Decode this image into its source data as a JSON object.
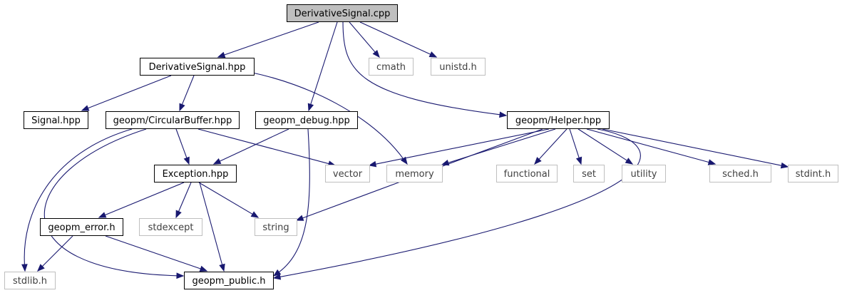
{
  "graph": {
    "colors": {
      "edge": "#191970",
      "root_fill": "#bfbfbf",
      "local_border": "#000000",
      "system_border": "#bfbfbf",
      "system_text": "#404040",
      "local_text": "#000000"
    },
    "nodes": [
      {
        "id": "derivativesignal-cpp",
        "label": "DerivativeSignal.cpp",
        "kind": "root"
      },
      {
        "id": "derivativesignal-hpp",
        "label": "DerivativeSignal.hpp",
        "kind": "local"
      },
      {
        "id": "cmath",
        "label": "cmath",
        "kind": "system"
      },
      {
        "id": "unistd-h",
        "label": "unistd.h",
        "kind": "system"
      },
      {
        "id": "signal-hpp",
        "label": "Signal.hpp",
        "kind": "local"
      },
      {
        "id": "circularbuffer-hpp",
        "label": "geopm/CircularBuffer.hpp",
        "kind": "local"
      },
      {
        "id": "geopm-debug-hpp",
        "label": "geopm_debug.hpp",
        "kind": "local"
      },
      {
        "id": "helper-hpp",
        "label": "geopm/Helper.hpp",
        "kind": "local"
      },
      {
        "id": "exception-hpp",
        "label": "Exception.hpp",
        "kind": "local"
      },
      {
        "id": "vector",
        "label": "vector",
        "kind": "system"
      },
      {
        "id": "memory",
        "label": "memory",
        "kind": "system"
      },
      {
        "id": "functional",
        "label": "functional",
        "kind": "system"
      },
      {
        "id": "set",
        "label": "set",
        "kind": "system"
      },
      {
        "id": "utility",
        "label": "utility",
        "kind": "system"
      },
      {
        "id": "sched-h",
        "label": "sched.h",
        "kind": "system"
      },
      {
        "id": "stdint-h",
        "label": "stdint.h",
        "kind": "system"
      },
      {
        "id": "geopm-error-h",
        "label": "geopm_error.h",
        "kind": "local"
      },
      {
        "id": "stdexcept",
        "label": "stdexcept",
        "kind": "system"
      },
      {
        "id": "string",
        "label": "string",
        "kind": "system"
      },
      {
        "id": "stdlib-h",
        "label": "stdlib.h",
        "kind": "system"
      },
      {
        "id": "geopm-public-h",
        "label": "geopm_public.h",
        "kind": "local"
      }
    ],
    "edges": [
      [
        "derivativesignal-cpp",
        "derivativesignal-hpp"
      ],
      [
        "derivativesignal-cpp",
        "cmath"
      ],
      [
        "derivativesignal-cpp",
        "unistd-h"
      ],
      [
        "derivativesignal-cpp",
        "geopm-debug-hpp"
      ],
      [
        "derivativesignal-cpp",
        "helper-hpp"
      ],
      [
        "derivativesignal-hpp",
        "signal-hpp"
      ],
      [
        "derivativesignal-hpp",
        "circularbuffer-hpp"
      ],
      [
        "derivativesignal-hpp",
        "memory"
      ],
      [
        "circularbuffer-hpp",
        "exception-hpp"
      ],
      [
        "circularbuffer-hpp",
        "vector"
      ],
      [
        "circularbuffer-hpp",
        "stdlib-h"
      ],
      [
        "circularbuffer-hpp",
        "geopm-public-h"
      ],
      [
        "geopm-debug-hpp",
        "exception-hpp"
      ],
      [
        "geopm-debug-hpp",
        "geopm-public-h"
      ],
      [
        "helper-hpp",
        "vector"
      ],
      [
        "helper-hpp",
        "memory"
      ],
      [
        "helper-hpp",
        "functional"
      ],
      [
        "helper-hpp",
        "set"
      ],
      [
        "helper-hpp",
        "utility"
      ],
      [
        "helper-hpp",
        "sched-h"
      ],
      [
        "helper-hpp",
        "stdint-h"
      ],
      [
        "helper-hpp",
        "string"
      ],
      [
        "helper-hpp",
        "geopm-public-h"
      ],
      [
        "exception-hpp",
        "geopm-error-h"
      ],
      [
        "exception-hpp",
        "stdexcept"
      ],
      [
        "exception-hpp",
        "string"
      ],
      [
        "exception-hpp",
        "geopm-public-h"
      ],
      [
        "geopm-error-h",
        "stdlib-h"
      ],
      [
        "geopm-error-h",
        "geopm-public-h"
      ]
    ]
  }
}
